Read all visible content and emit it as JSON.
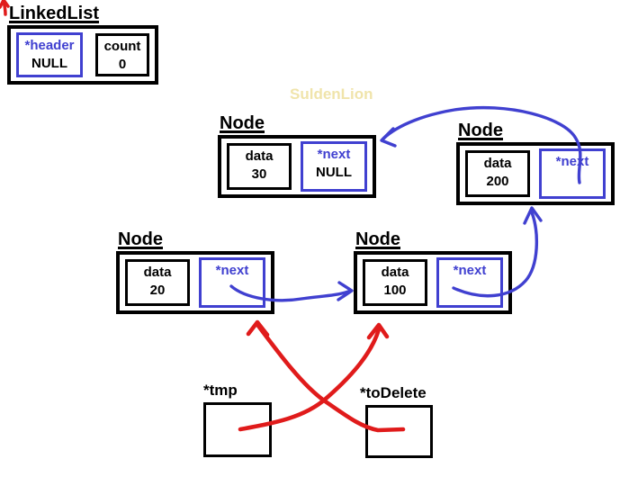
{
  "colors": {
    "pointer_blue": "#4040d0",
    "arrow_red": "#e01b1b",
    "box_black": "#000000",
    "watermark_yellow": "#f0e4ab",
    "background": "#ffffff"
  },
  "watermark": {
    "text": "SuldenLion"
  },
  "linked_list": {
    "title": "LinkedList",
    "header_label": "*header",
    "header_value": "NULL",
    "count_label": "count",
    "count_value": "0"
  },
  "nodes": {
    "n30": {
      "title": "Node",
      "data_label": "data",
      "data_value": "30",
      "next_label": "*next",
      "next_value": "NULL"
    },
    "n200": {
      "title": "Node",
      "data_label": "data",
      "data_value": "200",
      "next_label": "*next",
      "next_value": ""
    },
    "n20": {
      "title": "Node",
      "data_label": "data",
      "data_value": "20",
      "next_label": "*next",
      "next_value": ""
    },
    "n100": {
      "title": "Node",
      "data_label": "data",
      "data_value": "100",
      "next_label": "*next",
      "next_value": ""
    }
  },
  "pointers": {
    "tmp": {
      "label": "*tmp"
    },
    "to_delete": {
      "label": "*toDelete"
    }
  },
  "arrows": [
    {
      "color": "blue",
      "from": "node-20-next",
      "to": "node-100-left"
    },
    {
      "color": "blue",
      "from": "node-100-next",
      "to": "node-200-bottom"
    },
    {
      "color": "blue",
      "from": "node-200-next",
      "to": "node-30-top-right"
    },
    {
      "color": "red",
      "from": "tmp-box",
      "to": "node-100-bottom"
    },
    {
      "color": "red",
      "from": "todelete-box",
      "to": "node-20-bottom"
    }
  ]
}
